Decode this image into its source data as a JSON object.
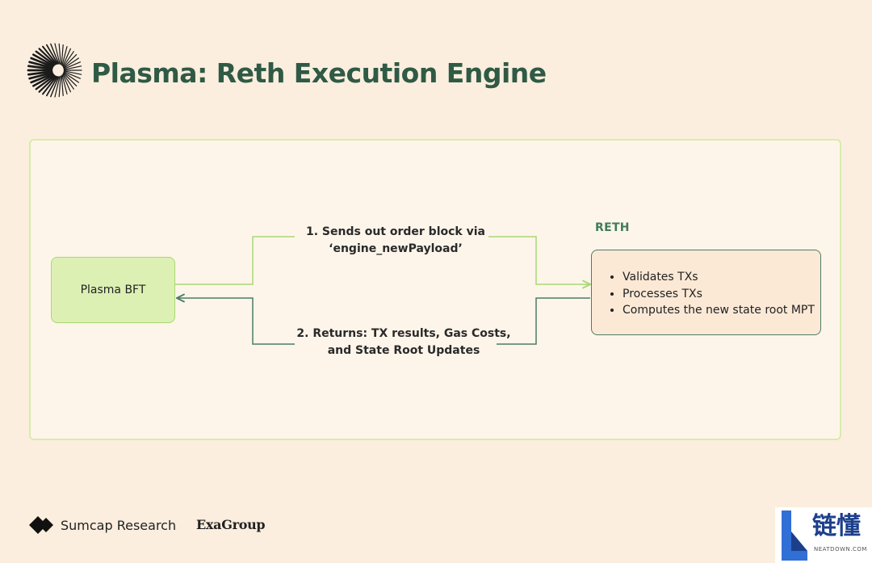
{
  "header": {
    "title": "Plasma: Reth Execution Engine",
    "logo_icon": "sunburst-logo-icon"
  },
  "diagram": {
    "left_node": {
      "label": "Plasma BFT"
    },
    "right_node": {
      "title": "RETH",
      "items": [
        "Validates TXs",
        "Processes TXs",
        "Computes the new state root MPT"
      ]
    },
    "step_1": {
      "line_1": "1. Sends out order block via",
      "line_2": "‘engine_newPayload’"
    },
    "step_2": {
      "line_1": "2. Returns: TX results, Gas Costs,",
      "line_2": "and State Root Updates"
    },
    "colors": {
      "request_arrow": "#a9d872",
      "response_arrow": "#4d7c66",
      "title": "#2f5a45"
    }
  },
  "footer": {
    "brand_1": "Sumcap Research",
    "brand_1_icon": "double-diamond-icon",
    "brand_2": "ExaGroup"
  },
  "watermark": {
    "chinese": "链懂",
    "english": "NEATDOWN.COM"
  }
}
